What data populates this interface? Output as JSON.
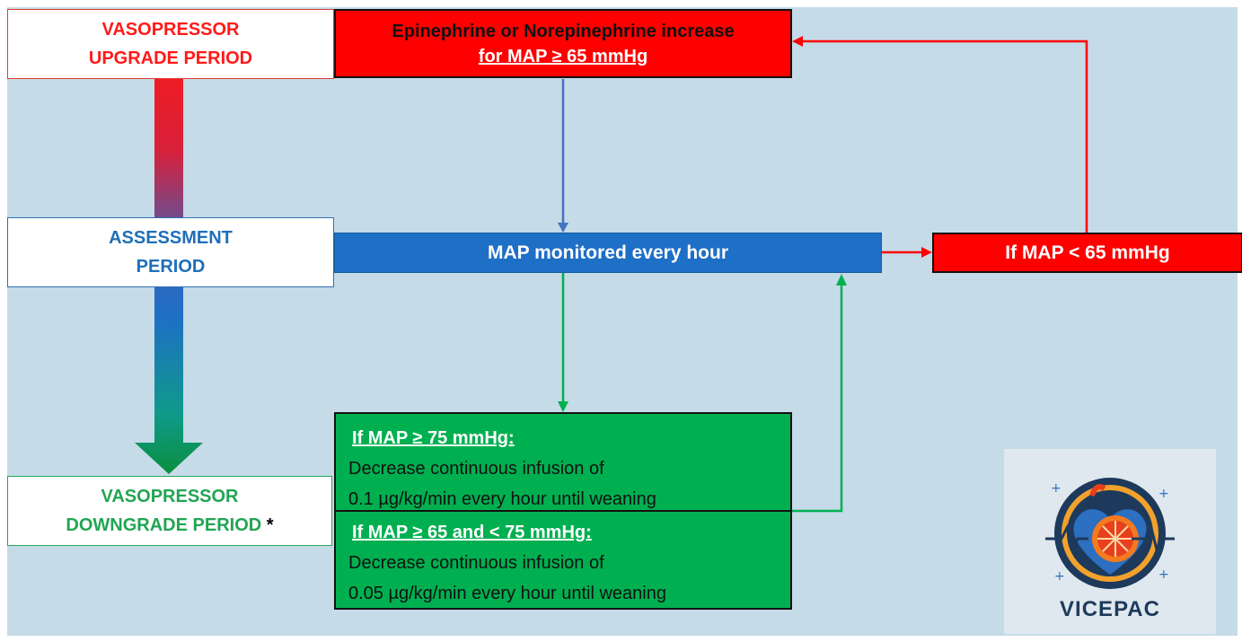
{
  "periods": {
    "upgrade": [
      "VASOPRESSOR",
      "UPGRADE PERIOD"
    ],
    "assessment": [
      "ASSESSMENT",
      "PERIOD"
    ],
    "downgrade": [
      "VASOPRESSOR",
      "DOWNGRADE PERIOD"
    ],
    "downgrade_marker": "*"
  },
  "boxes": {
    "increase": {
      "line1": "Epinephrine or Norepinephrine increase",
      "line2": "for MAP ≥ 65 mmHg"
    },
    "monitor": "MAP monitored every hour",
    "low_map": "If MAP < 65 mmHg",
    "high_map": {
      "head": "If MAP ≥ 75 mmHg:",
      "line1": "Decrease continuous infusion of",
      "line2": "0.1 µg/kg/min every hour until weaning"
    },
    "mid_map": {
      "head": "If MAP ≥ 65 and < 75 mmHg:",
      "line1": "Decrease continuous infusion of",
      "line2": "0.05 µg/kg/min every hour until weaning"
    }
  },
  "logo": {
    "name": "VICEPAC"
  },
  "colors": {
    "red": "#ff0000",
    "blue": "#1e6fc6",
    "green": "#00b050",
    "background": "#c5dbe8"
  }
}
